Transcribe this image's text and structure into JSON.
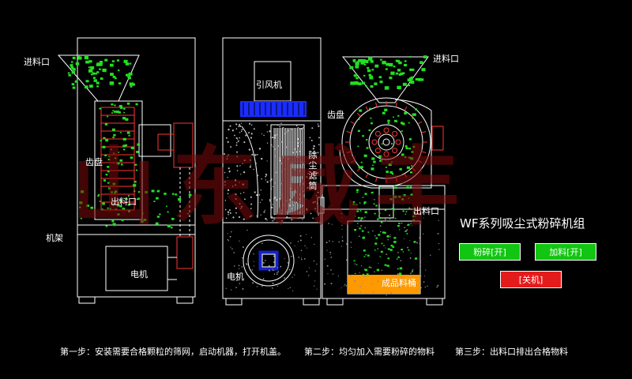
{
  "diagram": {
    "title": "WF系列吸尘式粉碎机组",
    "watermark": "山东威丰",
    "labels": {
      "feed_inlet_left": "进料口",
      "gear_disc_left": "齿盘",
      "discharge_left": "出料口",
      "frame": "机架",
      "motor_left": "电机",
      "induced_fan": "引风机",
      "dust_filter": "除尘滤筒",
      "motor_middle": "电机",
      "feed_inlet_right": "进料口",
      "gear_disc_right": "齿盘",
      "discharge_right": "出料口",
      "product_bin": "成品料桶"
    },
    "buttons": {
      "crush": "粉碎[开]",
      "feed": "加料[开]",
      "shutdown": "[关机]"
    },
    "steps": {
      "step1": "第一步：安装需要合格颗粒的筛网，启动机器，打开机盖。",
      "step2": "第二步：均匀加入需要粉碎的物料",
      "step3": "第三步：出料口排出合格物料"
    },
    "colors": {
      "button_green": "#12c512",
      "button_red": "#e41b1b",
      "particles": "#22e022",
      "fan_blue": "#1a2cff",
      "bin_orange": "#ff9900"
    }
  }
}
